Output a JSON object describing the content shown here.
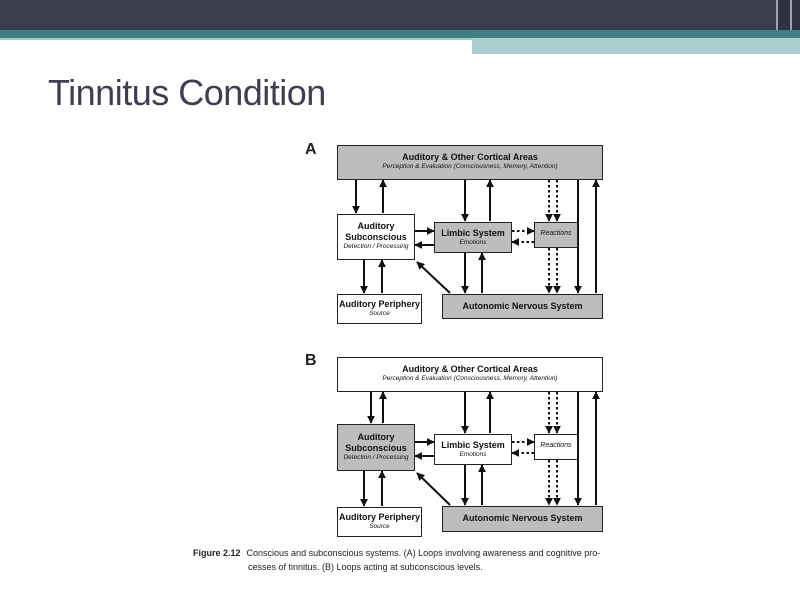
{
  "slide": {
    "title": "Tinnitus Condition"
  },
  "panels": [
    {
      "letter": "A",
      "cortical": {
        "title": "Auditory & Other Cortical Areas",
        "subtitle": "Perception & Evaluation (Consciousness, Memory, Attention)"
      },
      "subconscious": {
        "title_line1": "Auditory",
        "title_line2": "Subconscious",
        "subtitle": "Detection / Processing"
      },
      "limbic": {
        "title": "Limbic System",
        "subtitle": "Emotions"
      },
      "reactions": {
        "title": "Reactions"
      },
      "periphery": {
        "title": "Auditory Periphery",
        "subtitle": "Source"
      },
      "autonomic": {
        "title": "Autonomic Nervous System"
      }
    },
    {
      "letter": "B",
      "cortical": {
        "title": "Auditory & Other Cortical Areas",
        "subtitle": "Perception & Evaluation (Consciousness, Memory, Attention)"
      },
      "subconscious": {
        "title_line1": "Auditory",
        "title_line2": "Subconscious",
        "subtitle": "Detection / Processing"
      },
      "limbic": {
        "title": "Limbic System",
        "subtitle": "Emotions"
      },
      "reactions": {
        "title": "Reactions"
      },
      "periphery": {
        "title": "Auditory Periphery",
        "subtitle": "Source"
      },
      "autonomic": {
        "title": "Autonomic Nervous System"
      }
    }
  ],
  "caption": {
    "figure_label": "Figure 2.12",
    "line1": "Conscious and subconscious systems. (A) Loops involving awareness and cognitive pro-",
    "line2": "cesses of tinnitus. (B) Loops acting at subconscious levels."
  }
}
